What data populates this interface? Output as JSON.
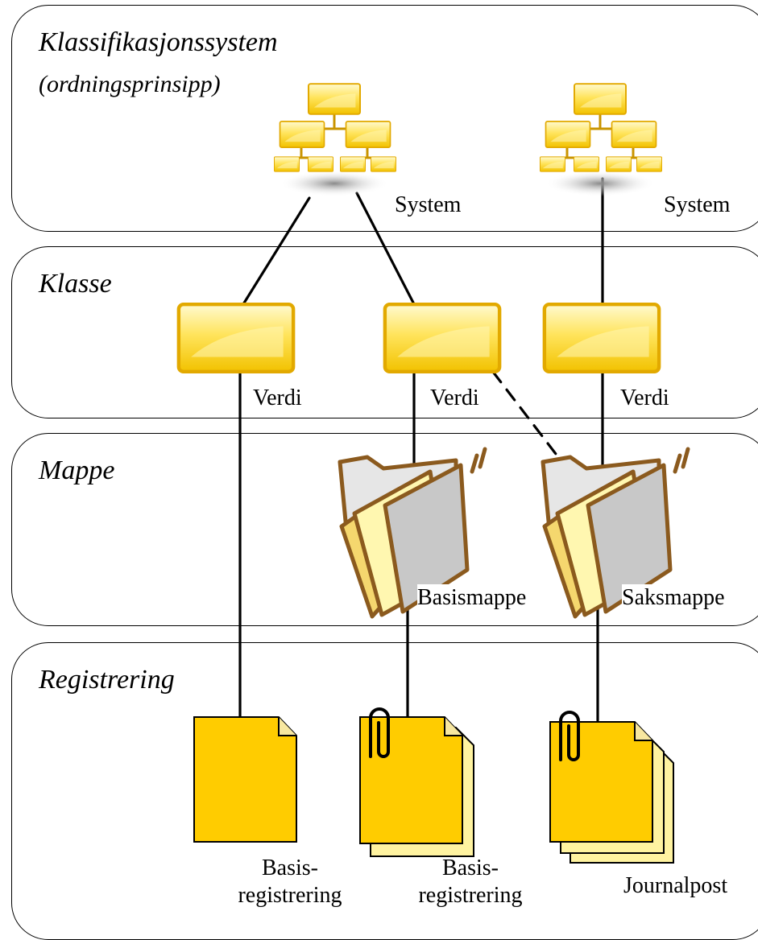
{
  "layers": [
    {
      "name": "Klassifikasjonssystem",
      "subtitle": "(ordningsprinsipp)"
    },
    {
      "name": "Klasse"
    },
    {
      "name": "Mappe"
    },
    {
      "name": "Registrering"
    }
  ],
  "nodes": {
    "system_left": "System",
    "system_right": "System",
    "klasse_left": "Verdi",
    "klasse_middle": "Verdi",
    "klasse_right": "Verdi",
    "mappe_left": "Basismappe",
    "mappe_right": "Saksmappe",
    "reg_left_line1": "Basis-",
    "reg_left_line2": "registrering",
    "reg_middle_line1": "Basis-",
    "reg_middle_line2": "registrering",
    "reg_right": "Journalpost"
  },
  "colors": {
    "box_fill_light": "#FFF6A8",
    "box_fill_dark": "#F2C200",
    "box_border": "#E0A800",
    "folder_outline": "#8B5A1E",
    "folder_paper": "#FFF7B0",
    "folder_paper_dark": "#F5D76E",
    "folder_grey": "#C8C8C8",
    "doc_fill": "#FFCC00",
    "doc_shadow": "#FFF3A0"
  }
}
